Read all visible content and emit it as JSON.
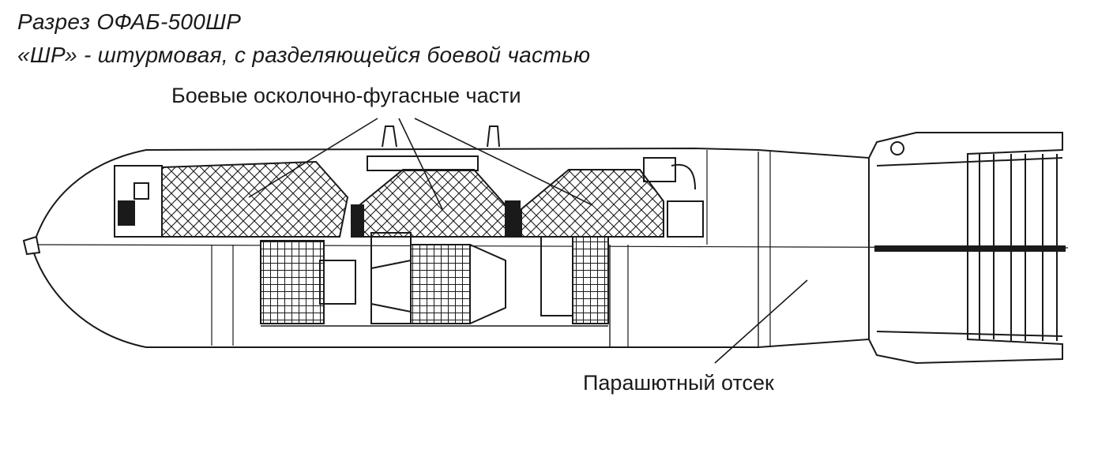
{
  "title": "Разрез ОФАБ-500ШР",
  "subtitle": "«ШР» - штурмовая, с разделяющейся боевой частью",
  "labels": {
    "warheads": "Боевые осколочно-фугасные части",
    "parachute": "Парашютный отсек"
  },
  "colors": {
    "ink": "#1a1a1a",
    "paper": "#ffffff"
  }
}
